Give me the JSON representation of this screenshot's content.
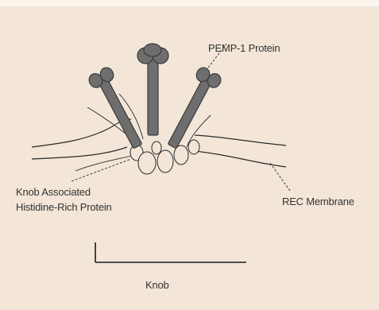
{
  "labels": {
    "pfemp1_protein": "PEMP-1 Protein",
    "knob_associated_line1": "Knob Associated",
    "knob_associated_line2": "Histidine-Rich Protein",
    "rbc_membrane": "REC Membrane",
    "knob": "Knob"
  },
  "colors": {
    "background": "#f3e6d8",
    "protein_fill": "#6e6e6e",
    "protein_stroke": "#3a3a3a",
    "line": "#2a2a2a",
    "text": "#333333"
  },
  "icons": {
    "protein": "bone-shaped-protein-icon",
    "khrp": "ellipse-cluster-icon"
  }
}
